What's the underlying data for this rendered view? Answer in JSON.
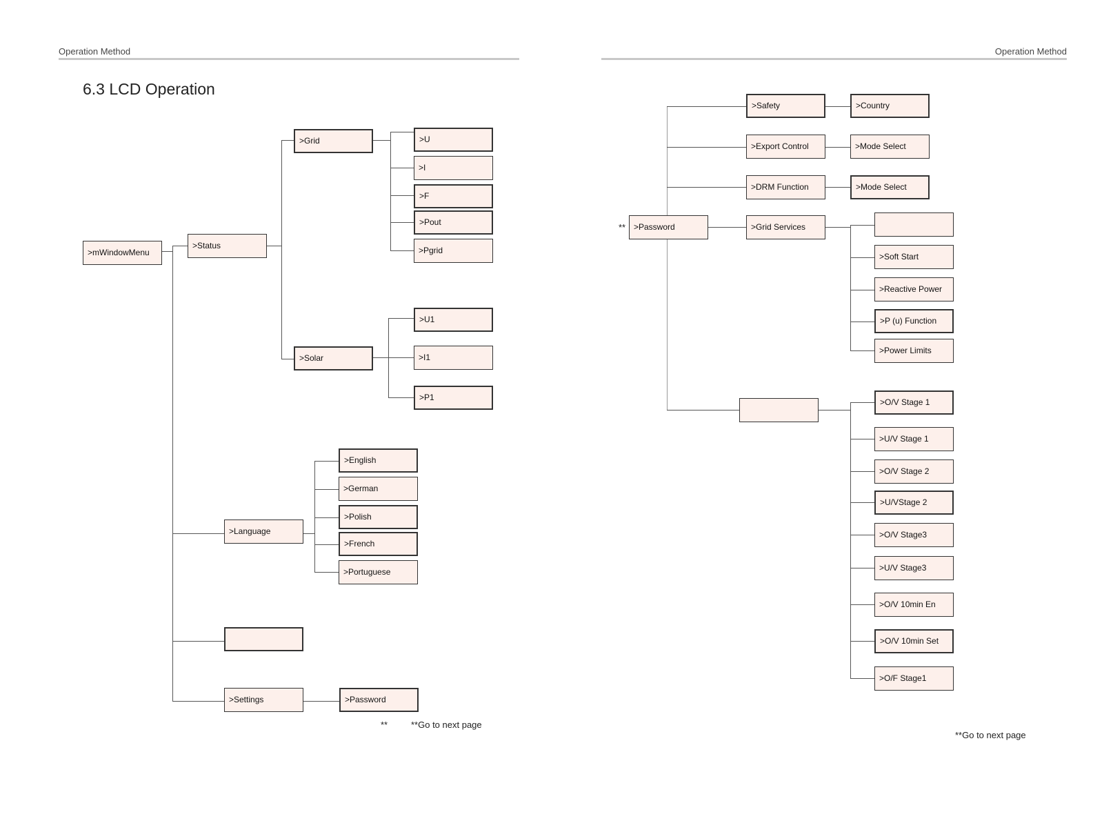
{
  "left_page": {
    "header": "Operation Method",
    "section_title": "6.3 LCD Operation",
    "root": ">mWindowMenu",
    "level1": {
      "status": ">Status",
      "language": ">Language",
      "unlabeled": "",
      "settings": ">Settings"
    },
    "status_children": {
      "grid": ">Grid",
      "solar": ">Solar"
    },
    "grid_items": [
      ">U",
      ">I",
      ">F",
      ">Pout",
      ">Pgrid"
    ],
    "solar_items": [
      ">U1",
      ">I1",
      ">P1"
    ],
    "language_items": [
      ">English",
      ">German",
      ">Polish",
      ">French",
      ">Portuguese"
    ],
    "settings_child": ">Password",
    "marker": "**",
    "footer_note": "**Go to next page"
  },
  "right_page": {
    "header": "Operation Method",
    "marker": "**",
    "root": ">Password",
    "level1": {
      "safety": ">Safety",
      "export_control": ">Export Control",
      "drm_function": ">DRM Function",
      "grid_services": ">Grid Services",
      "unlabeled": ""
    },
    "safety_child": ">Country",
    "export_child": ">Mode Select",
    "drm_child": ">Mode Select",
    "grid_services_items": [
      "",
      ">Soft Start",
      ">Reactive Power",
      ">P (u) Function",
      ">Power Limits"
    ],
    "protection_items": [
      ">O/V Stage 1",
      ">U/V Stage 1",
      ">O/V Stage 2",
      ">U/VStage 2",
      ">O/V Stage3",
      ">U/V Stage3",
      ">O/V 10min En",
      ">O/V 10min Set",
      ">O/F Stage1"
    ],
    "footer_note": "**Go to next page"
  }
}
